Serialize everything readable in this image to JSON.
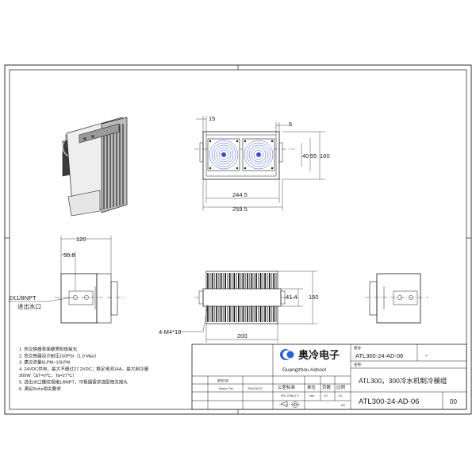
{
  "dimensions": {
    "front_offset_left": "15",
    "front_offset_right": "5",
    "front_inner_width": "244.5",
    "front_total_width": "259.5",
    "front_h1": "40",
    "front_h2": "55",
    "front_height": "160",
    "side_width": "120",
    "side_offset": "50.8",
    "side_port": "2X1/8NPT",
    "side_port_label": "进出水口",
    "bottom_width": "200",
    "bottom_inner_height": "41.4",
    "bottom_height": "160",
    "bottom_mount": "4-M4*10"
  },
  "notes": [
    "1. 热交换器表面硬质阳极氧化",
    "2. 热交换器设计耐压150PSI（1.0 Mpa）",
    "3. 建议流量6LPM~10LPM",
    "4. 24VDC供电，最大不超过27.2VDC；稳定电流14A，最大制冷量",
    "   300W（ΔT=0℃，Ta=27℃）",
    "5. 进出水口螺纹规格1/8NPT，可根据需求选配相关接头",
    "6. 满足Rohs相关要求"
  ],
  "title_block": {
    "company_cn": "奥冷电子",
    "company_en": "Guangzhou Adcool",
    "drawing_no_label": "图号:",
    "drawing_no": "ATL300-24-AD-06",
    "material_value": "-",
    "name_label": "名称:",
    "product_name": "ATL300，300冷水机制冷模组",
    "tolerance_label": "公差标准",
    "unit_label": "单位",
    "page_label": "页数",
    "scale_label": "比例",
    "drawing_no_bottom": "ATL300-24-AD-06",
    "revision": "00",
    "rev_header": "更改内容",
    "rev_designer": "Eason Chn",
    "rev_date": "2016-06-22",
    "standard": "ISO 2768-1 F",
    "unit": "mm",
    "page": "1/1",
    "scale": "1:4",
    "size": "A3"
  },
  "colors": {
    "line": "#1a1a1a",
    "fan_blue": "#3350c8",
    "center_line": "#3a3fd8",
    "logo_blue": "#2f5fd0",
    "fin_dark": "#111111",
    "fin_mid": "#8a8a8a"
  }
}
